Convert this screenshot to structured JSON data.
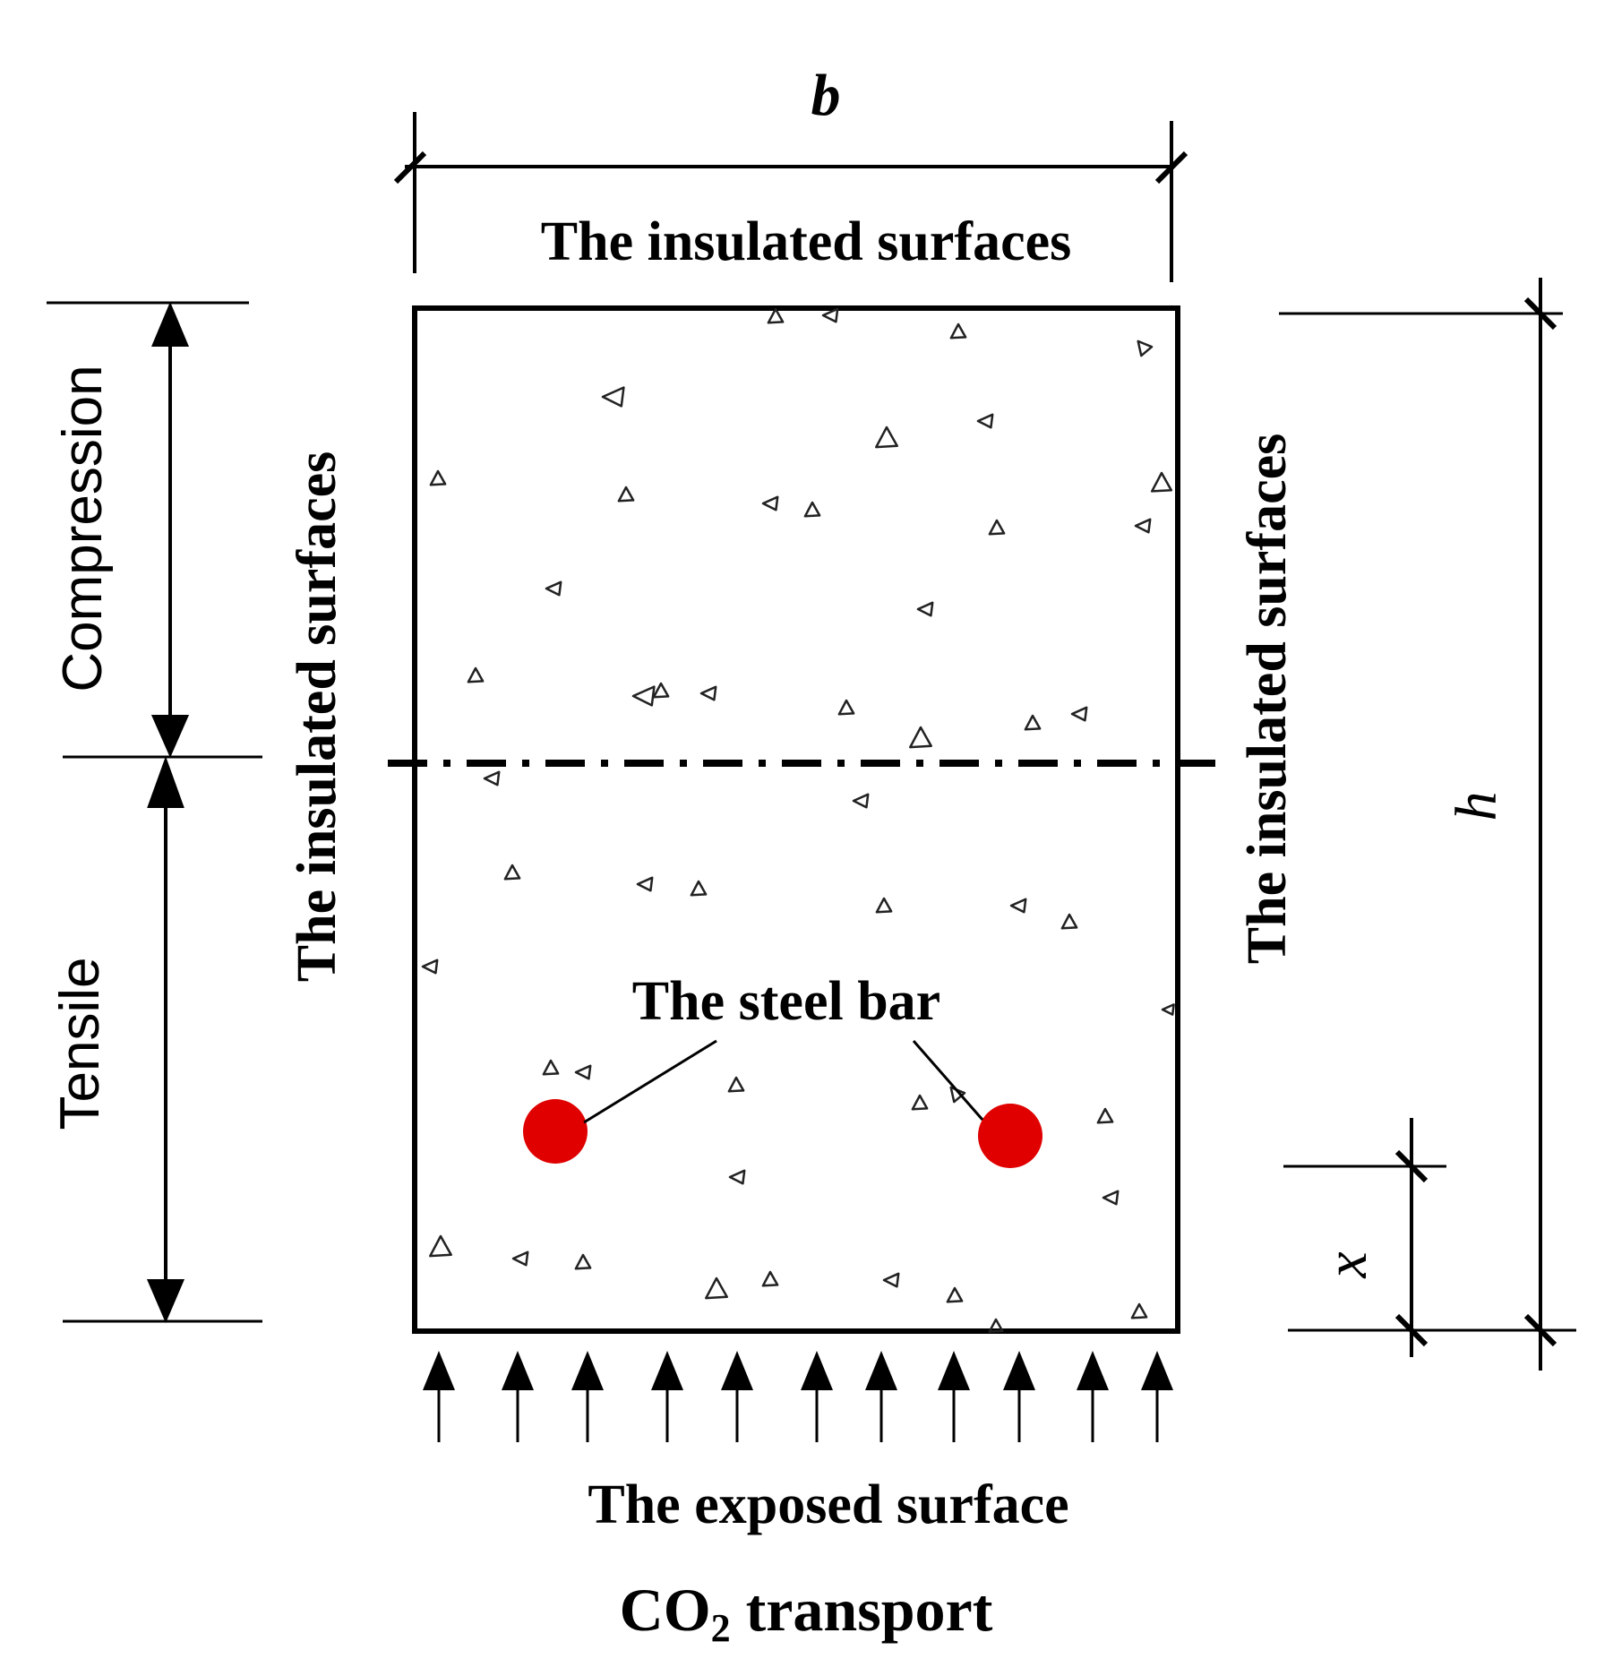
{
  "labels": {
    "width_symbol": "b",
    "height_symbol": "h",
    "depth_symbol": "x",
    "top_surface": "The insulated surfaces",
    "left_surface": "The insulated surfaces",
    "right_surface": "The insulated surfaces",
    "steel_bar": "The steel bar",
    "exposed_surface": "The exposed surface",
    "co2_prefix": "CO",
    "co2_subscript": "2",
    "co2_suffix": " transport",
    "compression": "Compression",
    "tensile": "Tensile"
  },
  "colors": {
    "steel_bar": "#e00000",
    "line": "#000000",
    "background": "#ffffff"
  }
}
